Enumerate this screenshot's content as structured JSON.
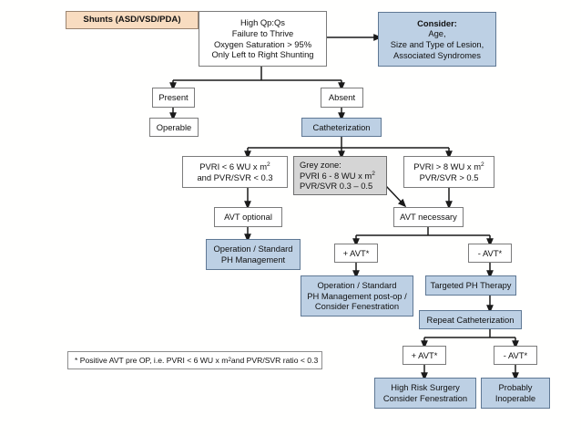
{
  "diagram": {
    "title": "Shunts (ASD/VSD/PDA) pulmonary hypertension management algorithm",
    "colors": {
      "fill_blue": "#bdd0e4",
      "fill_orange": "#f8dcc0",
      "fill_grey": "#d5d5d5",
      "fill_white": "#ffffff",
      "stroke": "#7b7b7b",
      "arrow": "#1a1a1a",
      "background": "#ffffff"
    },
    "nodes": {
      "shunts_label": "Shunts (ASD/VSD/PDA)",
      "criteria": "High Qp:Qs\nFailure to Thrive\nOxygen Saturation > 95%\nOnly Left to Right Shunting",
      "consider_header": "Consider:",
      "consider_body": "Age,\nSize and Type of Lesion,\nAssociated Syndromes",
      "present": "Present",
      "absent": "Absent",
      "operable": "Operable",
      "catheterization": "Catheterization",
      "pvri_low_line1": "PVRI < 6 WU x m",
      "pvri_low_sup1": "2",
      "pvri_low_line2": "and PVR/SVR < 0.3",
      "grey_zone_line1": "Grey zone:",
      "grey_zone_line2": "PVRI 6 - 8 WU x m",
      "grey_zone_sup2": "2",
      "grey_zone_line3": "PVR/SVR 0.3 – 0.5",
      "pvri_high_line1": "PVRI > 8 WU x m",
      "pvri_high_sup1": "2",
      "pvri_high_line2": "PVR/SVR > 0.5",
      "avt_optional": "AVT optional",
      "avt_necessary": "AVT necessary",
      "operation_standard": "Operation / Standard\nPH Management",
      "avt_positive_mid": "+ AVT*",
      "avt_negative_mid": "- AVT*",
      "operation_postop": "Operation / Standard\nPH Management post-op /\nConsider Fenestration",
      "targeted_ph_therapy": "Targeted PH Therapy",
      "repeat_catheterization": "Repeat Catheterization",
      "avt_positive_bottom": "+ AVT*",
      "avt_negative_bottom": "- AVT*",
      "high_risk_surgery": "High Risk Surgery\nConsider Fenestration",
      "probably_inoperable": "Probably\nInoperable"
    },
    "footnote": {
      "text_part1": "* Positive AVT pre OP, i.e. PVRI < 6 WU x m",
      "text_sup": "2",
      "text_part2": " and PVR/SVR ratio < 0.3"
    }
  }
}
